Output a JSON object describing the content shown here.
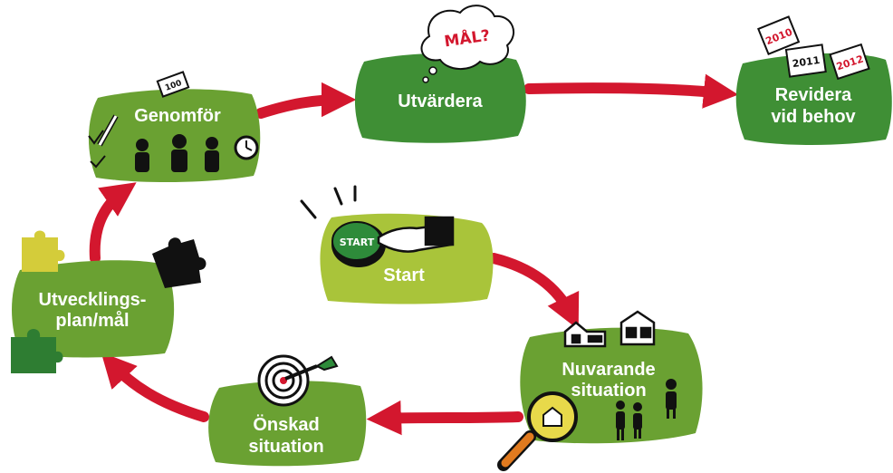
{
  "colors": {
    "arrow": "#d3172e",
    "dark_green": "#3f8f35",
    "mid_green": "#6aa132",
    "light_green": "#a9c43a",
    "puzzle_yellow": "#d4cc3a",
    "puzzle_dark_green": "#2e7d32",
    "ink": "#111111"
  },
  "steps": {
    "start": {
      "label": "Start",
      "button_text": "START"
    },
    "nuvarande": {
      "line1": "Nuvarande",
      "line2": "situation"
    },
    "onskad": {
      "line1": "Önskad",
      "line2": "situation"
    },
    "utveckling": {
      "line1": "Utvecklings-",
      "line2": "plan/mål"
    },
    "genomfor": {
      "label": "Genomför",
      "ticket_text": "100"
    },
    "utvardera": {
      "label": "Utvärdera",
      "thought_text": "MÅL?"
    },
    "revidera": {
      "line1": "Revidera",
      "line2": "vid behov",
      "notes": [
        "2010",
        "2011",
        "2012"
      ]
    }
  },
  "icons": {
    "start": [
      "start-button-icon",
      "pointing-hand-icon"
    ],
    "nuvarande": [
      "houses-icon",
      "magnifying-glass-icon",
      "people-icon"
    ],
    "onskad": [
      "target-icon",
      "dart-icon"
    ],
    "utveckling": [
      "puzzle-piece-icon"
    ],
    "genomfor": [
      "people-icon",
      "clock-icon",
      "pencil-icon",
      "checkmark-icon",
      "ticket-icon"
    ],
    "utvardera": [
      "thought-bubble-icon"
    ],
    "revidera": [
      "calendar-notes-icon"
    ]
  }
}
